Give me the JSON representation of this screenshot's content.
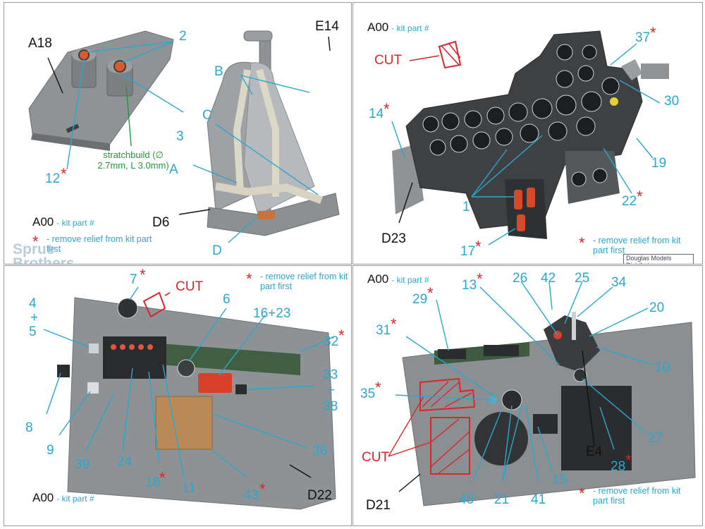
{
  "q1": {
    "labels": {
      "a18": "A18",
      "n2": "2",
      "n3": "3",
      "n12": "12",
      "b": "B",
      "c": "C",
      "a": "A",
      "d": "D",
      "d6": "D6",
      "e14": "E14"
    },
    "green_note": "stratchbuild (∅ 2.7mm, L 3.0mm)",
    "kit_code": "A00",
    "kit_sub": "- kit part #",
    "note": "- remove relief from kit part first",
    "watermark": "Sprue Brothers Models"
  },
  "q2": {
    "labels": {
      "cut": "CUT",
      "n37": "37",
      "n30": "30",
      "n14": "14",
      "n19": "19",
      "n1": "1",
      "n22": "22",
      "n17": "17",
      "d23": "D23"
    },
    "kit_code": "A00",
    "kit_sub": "- kit part #",
    "note": "- remove relief from kit part first",
    "watermark": "Douglas Models Distributors"
  },
  "q3": {
    "labels": {
      "n7": "7",
      "cut": "CUT",
      "n6": "6",
      "n16": "16+23",
      "n32": "32",
      "n4": "4",
      "plus1": "+",
      "n5": "5",
      "n33": "33",
      "plus2": "+",
      "n38": "38",
      "n8": "8",
      "n9": "9",
      "n39": "39",
      "n24": "24",
      "n18": "18",
      "n11": "11",
      "n43": "43",
      "n36": "36",
      "d22": "D22"
    },
    "kit_code": "A00",
    "kit_sub": "- kit part #",
    "note": "- remove relief from kit part first"
  },
  "q4": {
    "labels": {
      "n13": "13",
      "n29": "29",
      "n26": "26",
      "n42": "42",
      "n25": "25",
      "n34": "34",
      "n20": "20",
      "n31": "31",
      "n10": "10",
      "n35": "35",
      "n27": "27",
      "cut": "CUT",
      "n15": "15",
      "n28": "28",
      "e4": "E4",
      "n40": "40",
      "n21": "21",
      "n41": "41",
      "d21": "D21"
    },
    "kit_code": "A00",
    "kit_sub": "- kit part #",
    "note": "- remove relief from kit part first"
  },
  "colors": {
    "callout": "#2aa7cf",
    "asterisk": "#d8262b",
    "cut": "#d8262b",
    "leader": "#111111",
    "stretch": "#1e9a3a"
  }
}
